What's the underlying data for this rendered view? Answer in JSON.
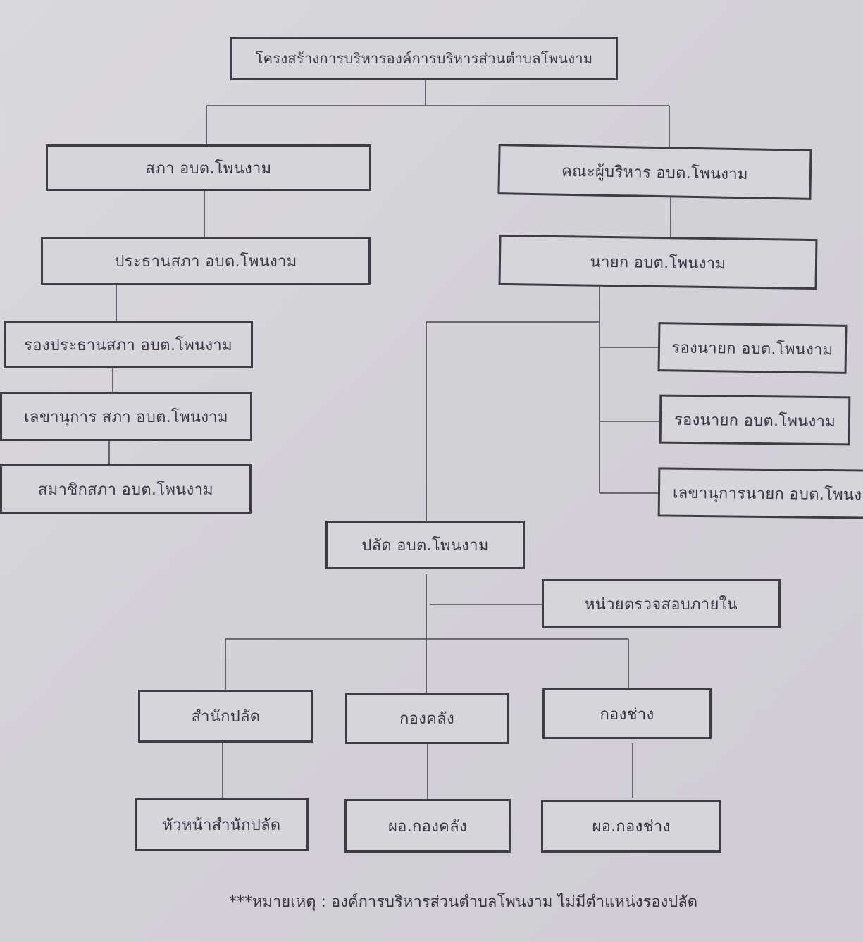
{
  "diagram": {
    "title": "โครงสร้างการบริหารองค์การบริหารส่วนตำบลโพนงาม",
    "council": {
      "council": "สภา อบต.โพนงาม",
      "chairman": "ประธานสภา อบต.โพนงาม",
      "vice_chairman": "รองประธานสภา อบต.โพนงาม",
      "secretary": "เลขานุการ สภา อบต.โพนงาม",
      "members": "สมาชิกสภา อบต.โพนงาม"
    },
    "executive": {
      "committee": "คณะผู้บริหาร อบต.โพนงาม",
      "mayor": "นายก อบต.โพนงาม",
      "deputy_mayor_1": "รองนายก อบต.โพนงาม",
      "deputy_mayor_2": "รองนายก อบต.โพนงาม",
      "mayor_secretary": "เลขานุการนายก อบต.โพนงาม"
    },
    "administration": {
      "chief_administrator": "ปลัด อบต.โพนงาม",
      "internal_audit": "หน่วยตรวจสอบภายใน",
      "divisions": [
        {
          "name": "สำนักปลัด",
          "head": "หัวหน้าสำนักปลัด"
        },
        {
          "name": "กองคลัง",
          "head": "ผอ.กองคลัง"
        },
        {
          "name": "กองช่าง",
          "head": "ผอ.กองช่าง"
        }
      ]
    },
    "note": "***หมายเหตุ : องค์การบริหารส่วนตำบลโพนงาม ไม่มีตำแหน่งรองปลัด"
  }
}
